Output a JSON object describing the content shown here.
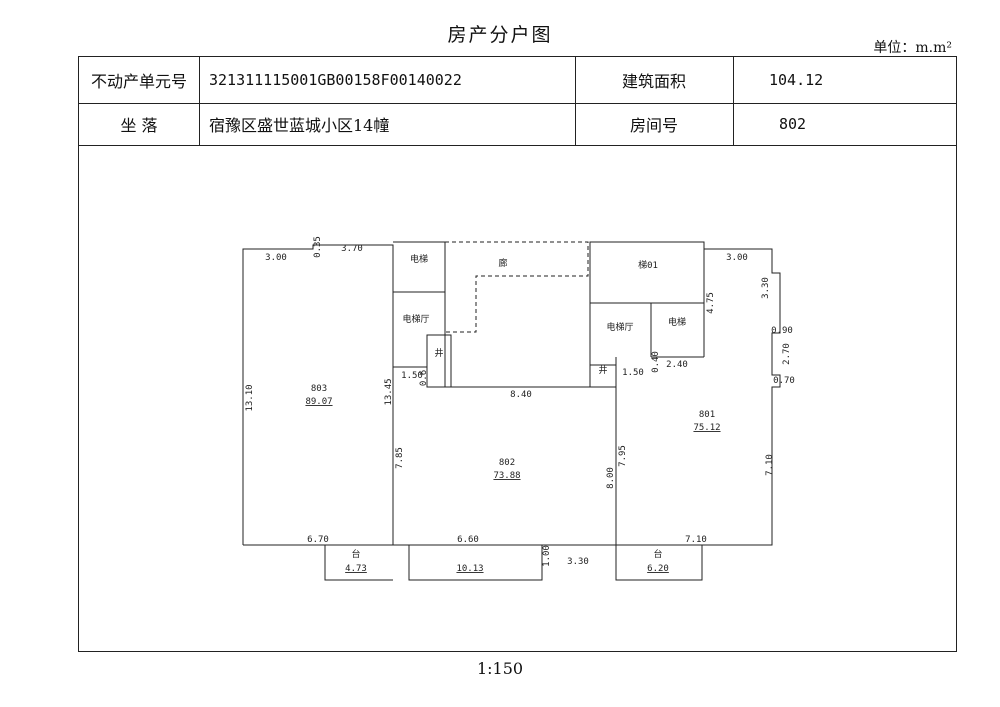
{
  "title": "房产分户图",
  "unit": "单位：m.m²",
  "info": {
    "unit_no_label": "不动产单元号",
    "unit_no": "321311115001GB00158F00140022",
    "area_label": "建筑面积",
    "area": "104.12",
    "location_label": "坐 落",
    "location": "宿豫区盛世蓝城小区14幢",
    "room_label": "房间号",
    "room": "802"
  },
  "plan": {
    "rooms": {
      "u803_no": "803",
      "u803_area": "89.07",
      "u802_no": "802",
      "u802_area": "73.88",
      "u801_no": "801",
      "u801_area": "75.12",
      "elevator_left": "电梯",
      "elevator_hall_left": "电梯厅",
      "corridor": "廊",
      "stair": "梯01",
      "elevator_hall_right": "电梯厅",
      "elevator_right": "电梯",
      "shaft_left": "井",
      "shaft_right": "井",
      "balcony_left": "台",
      "balcony_left_area": "4.73",
      "balcony_mid_area": "10.13",
      "balcony_right": "台",
      "balcony_right_area": "6.20"
    },
    "dims": {
      "d300a": "3.00",
      "d035": "0.35",
      "d370": "3.70",
      "d1310": "13.10",
      "d1345": "13.45",
      "d150a": "1.50",
      "d06": "0.6",
      "d840": "8.40",
      "d785": "7.85",
      "d670": "6.70",
      "d660": "6.60",
      "d100": "1.00",
      "d330a": "3.30",
      "d800": "8.00",
      "d795": "7.95",
      "d150b": "1.50",
      "d040": "0.40",
      "d240": "2.40",
      "d475": "4.75",
      "d300b": "3.00",
      "d330b": "3.30",
      "d090": "0.90",
      "d270": "2.70",
      "d070": "0.70",
      "d710a": "7.10",
      "d710b": "7.10"
    }
  },
  "scale": "1:150"
}
